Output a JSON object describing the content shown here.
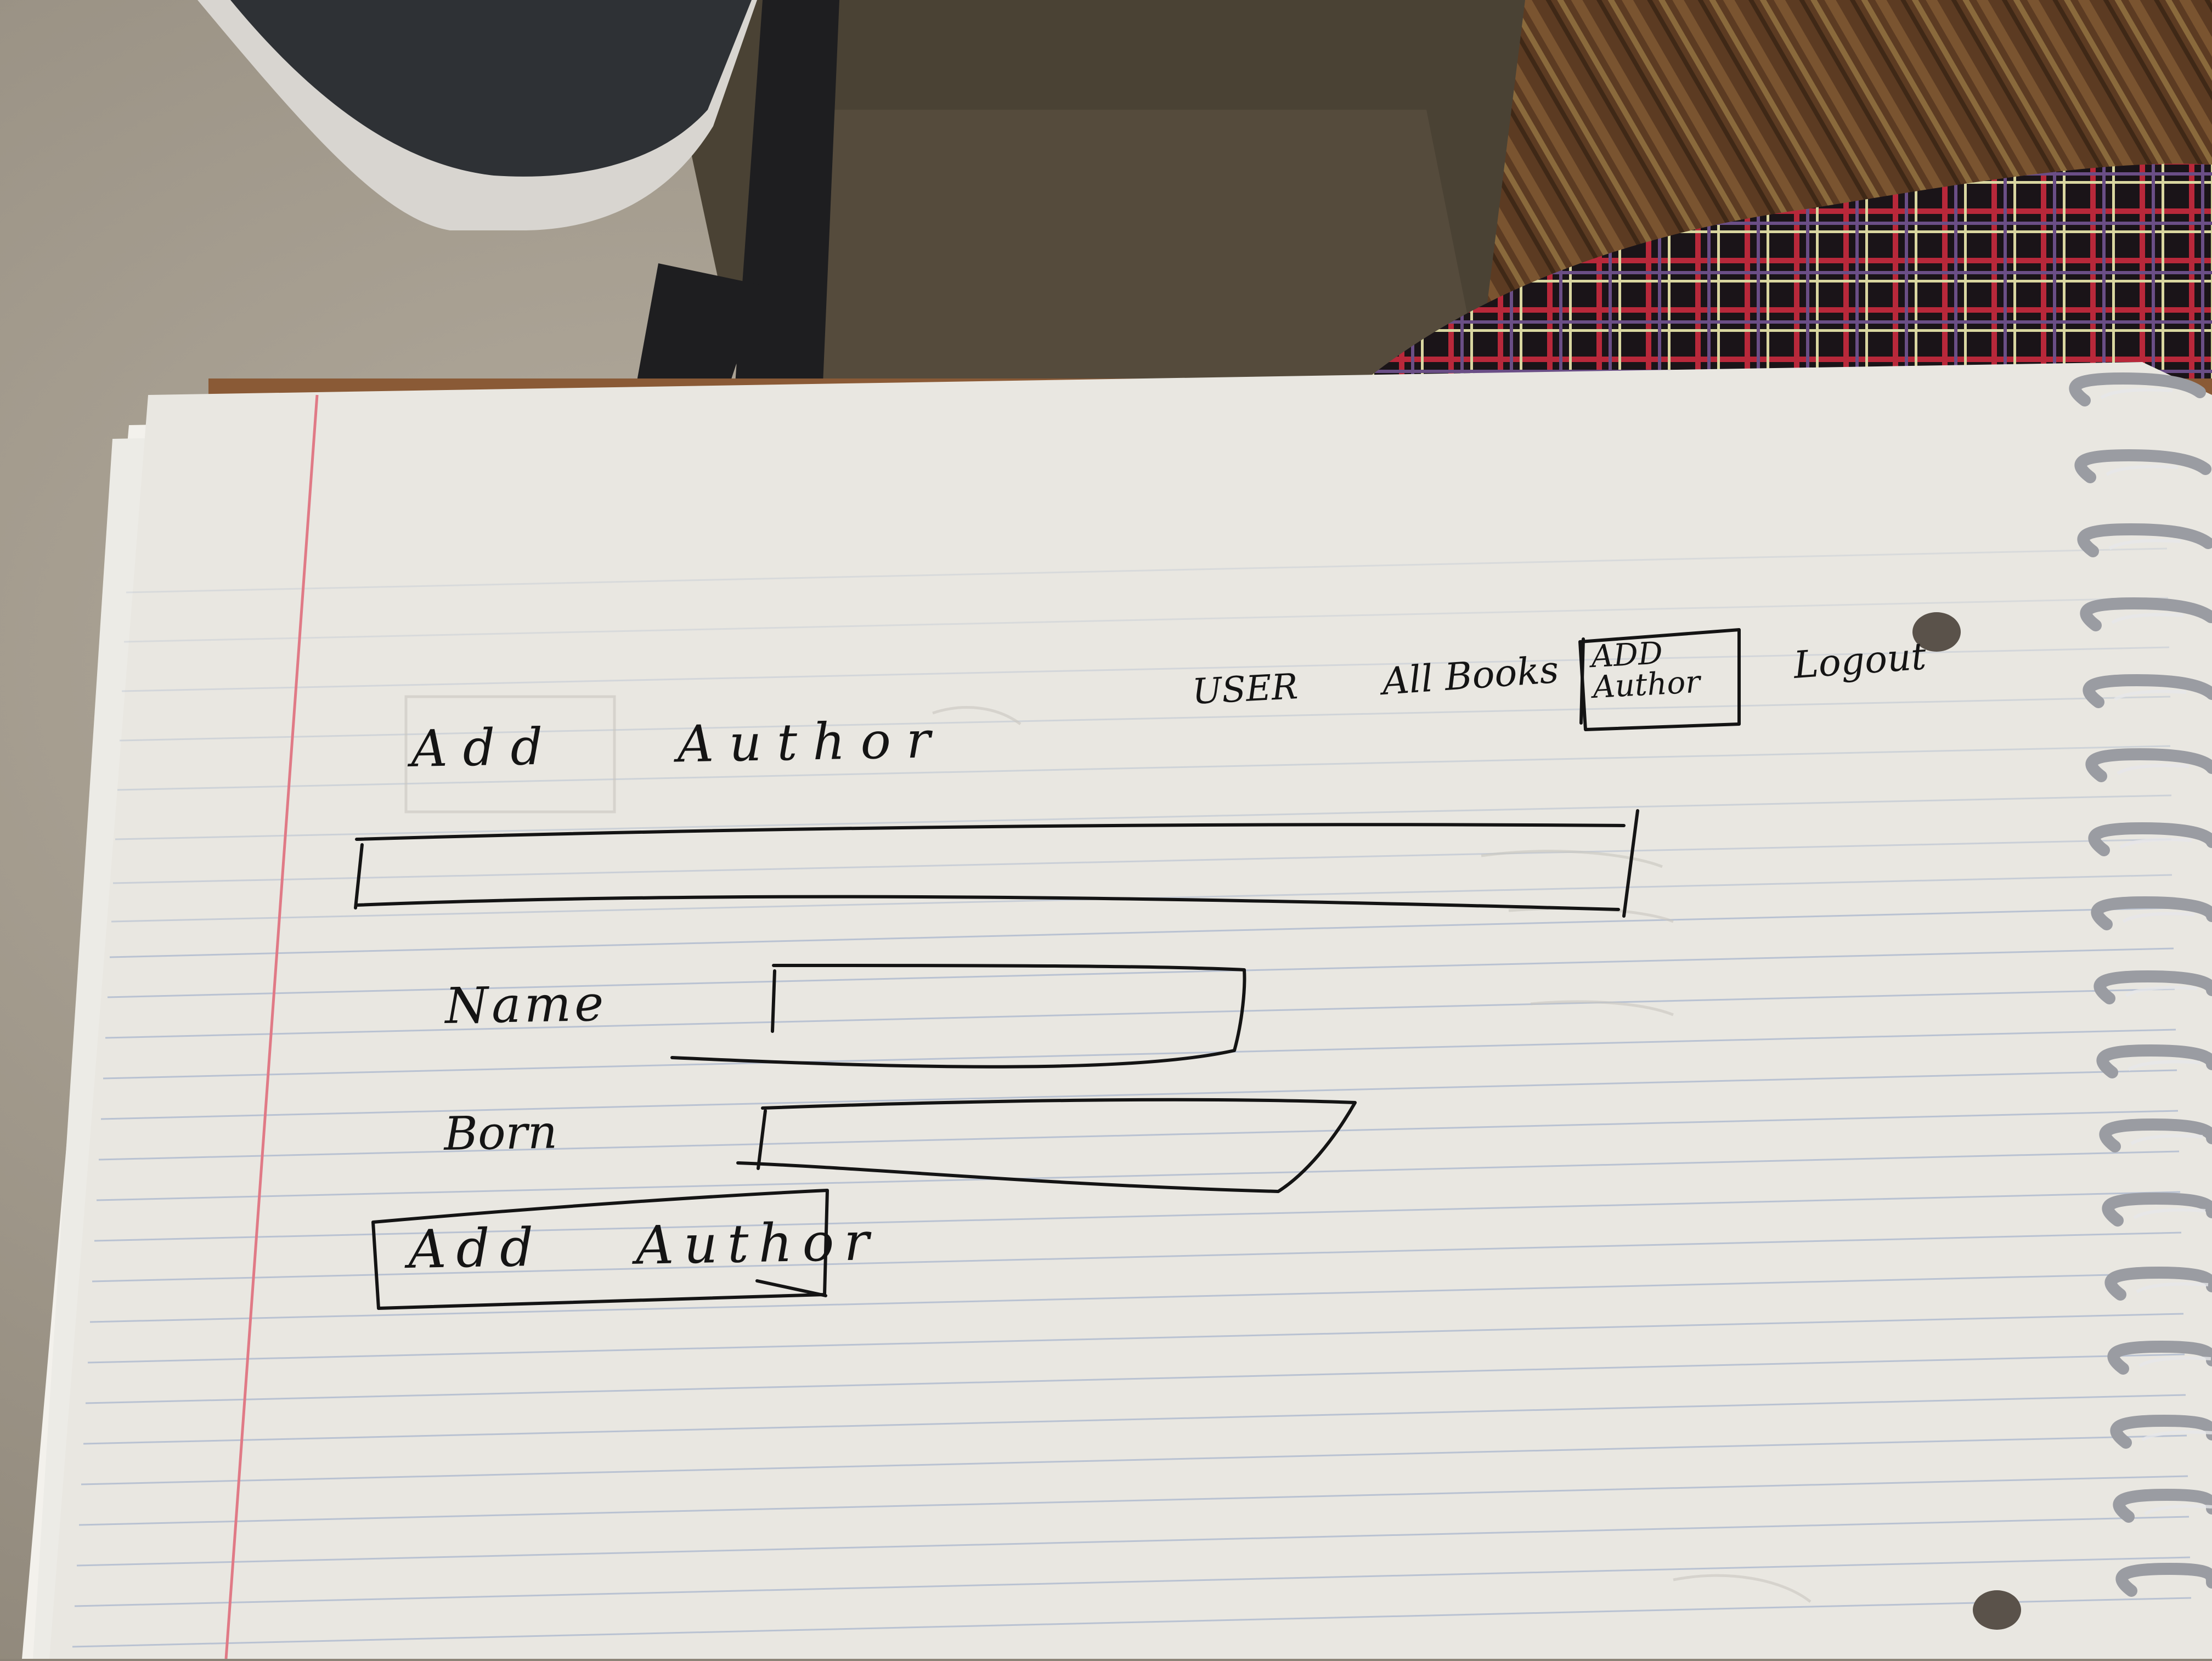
{
  "nav": {
    "user_label": "USER",
    "all_books_label": "All Books",
    "add_author_label": "ADD Author",
    "logout_label": "Logout"
  },
  "page": {
    "heading": "Add Author"
  },
  "form": {
    "name_label": "Name",
    "born_label": "Born",
    "name_value": "",
    "born_value": "",
    "submit_label": "Add Author"
  },
  "colors": {
    "paper": "#e9e7e1",
    "ink": "#141414",
    "margin_line": "#e07a86",
    "rule_line": "#a9b6cc",
    "carpet": "#a39b8d",
    "wood": "#6b4a2f"
  }
}
